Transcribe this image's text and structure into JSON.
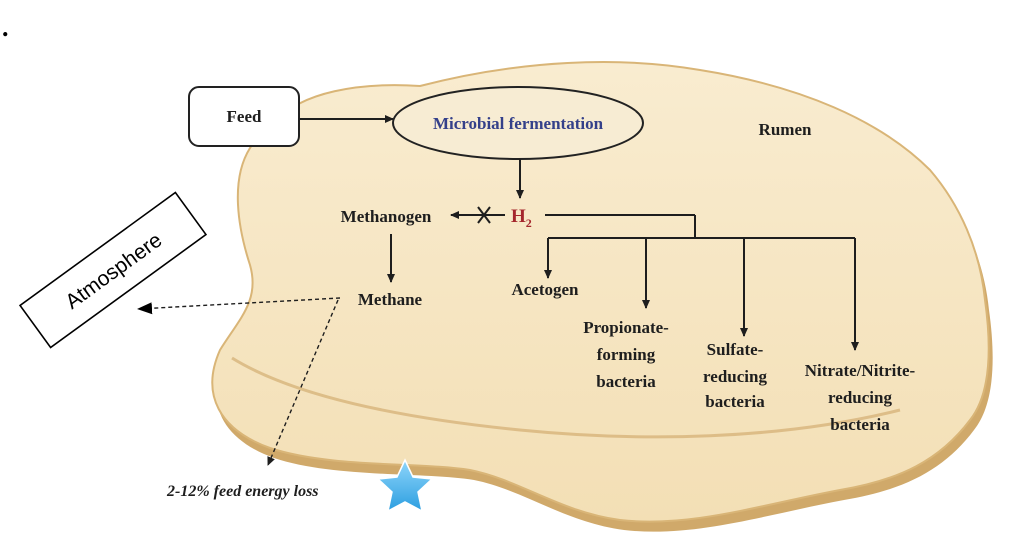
{
  "diagram": {
    "marker": ".",
    "feed": "Feed",
    "fermentation": "Microbial fermentation",
    "rumen": "Rumen",
    "h2": "H",
    "h2_sub": "2",
    "methanogen": "Methanogen",
    "methane": "Methane",
    "acetogen": "Acetogen",
    "propionate": [
      "Propionate-",
      "forming",
      "bacteria"
    ],
    "sulfate": [
      "Sulfate-",
      "reducing",
      "bacteria"
    ],
    "nitrate": [
      "Nitrate/Nitrite-",
      "reducing",
      "bacteria"
    ],
    "atmosphere": "Atmosphere",
    "energy_loss": "2-12% feed energy loss",
    "star_icon": "star-icon",
    "colors": {
      "rumen_fill": "#f7e8c6",
      "rumen_edge": "#caa15a",
      "star": "#4fb6ee",
      "h2": "#a4262c",
      "fermentation_text": "#34408a"
    }
  }
}
